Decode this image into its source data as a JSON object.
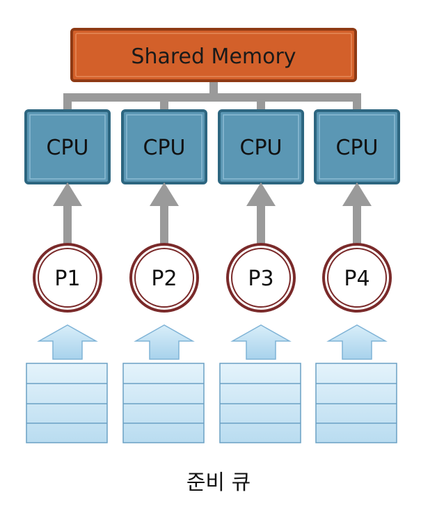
{
  "memory": {
    "label": "Shared Memory"
  },
  "cpus": [
    {
      "label": "CPU"
    },
    {
      "label": "CPU"
    },
    {
      "label": "CPU"
    },
    {
      "label": "CPU"
    }
  ],
  "processes": [
    {
      "label": "P1"
    },
    {
      "label": "P2"
    },
    {
      "label": "P3"
    },
    {
      "label": "P4"
    }
  ],
  "queue_caption": "준비 큐",
  "colors": {
    "memory_fill": "#d3602a",
    "memory_border": "#8e3a14",
    "cpu_fill": "#5b97b4",
    "cpu_border": "#2d6680",
    "connector": "#9a9a9a",
    "process_ring": "#7a2a2a",
    "queue_fill": "#cfe8f6",
    "queue_line": "#6aa0c4"
  }
}
